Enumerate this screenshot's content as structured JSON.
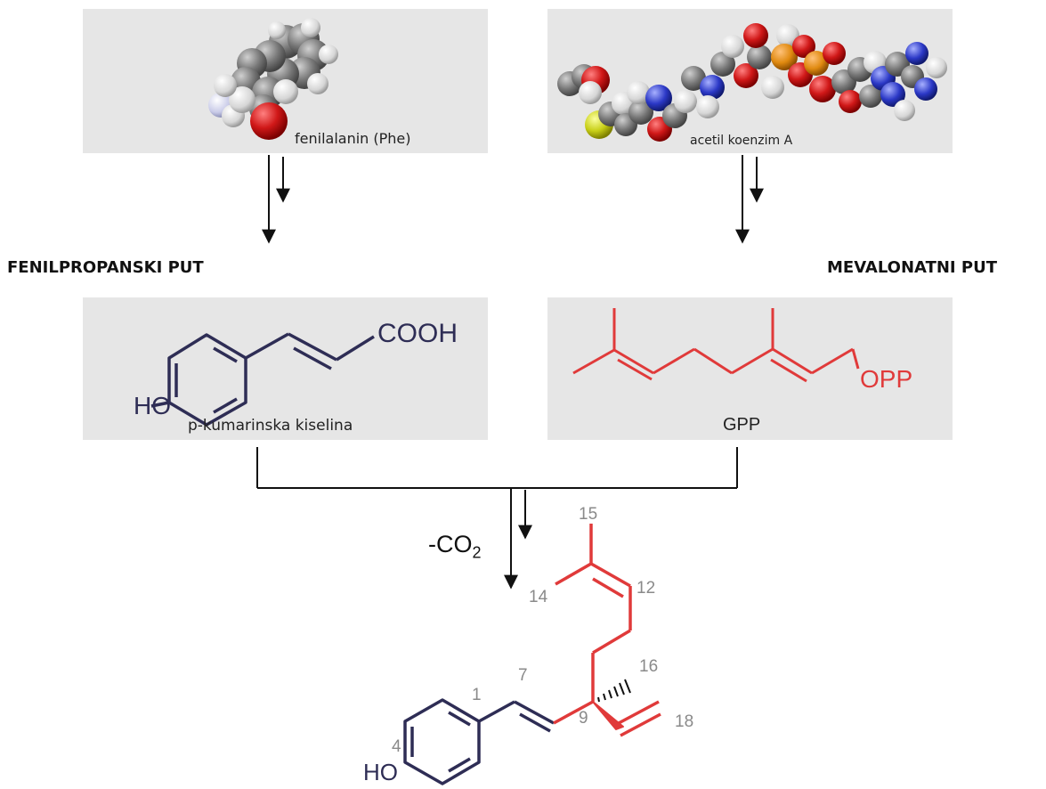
{
  "precursors": {
    "left_label": "fenilalanin (Phe)",
    "right_label": "acetil koenzim A"
  },
  "pathways": {
    "left": "FENILPROPANSKI PUT",
    "right": "MEVALONATNI PUT"
  },
  "intermediates": {
    "left_formula_group": "COOH",
    "left_hydroxyl": "HO",
    "left_label": "p-kumarinska kiselina",
    "right_group": "OPP",
    "right_label": "GPP"
  },
  "reaction": {
    "loss_prefix": "-CO",
    "loss_subscript": "2"
  },
  "product": {
    "hydroxyl": "HO",
    "atom_numbers": [
      "1",
      "4",
      "7",
      "9",
      "12",
      "14",
      "15",
      "16",
      "18"
    ]
  },
  "colors": {
    "panel": "#e6e6e6",
    "navy": "#2e2d55",
    "red": "#e03a3a",
    "number_gray": "#8a8a8a"
  }
}
